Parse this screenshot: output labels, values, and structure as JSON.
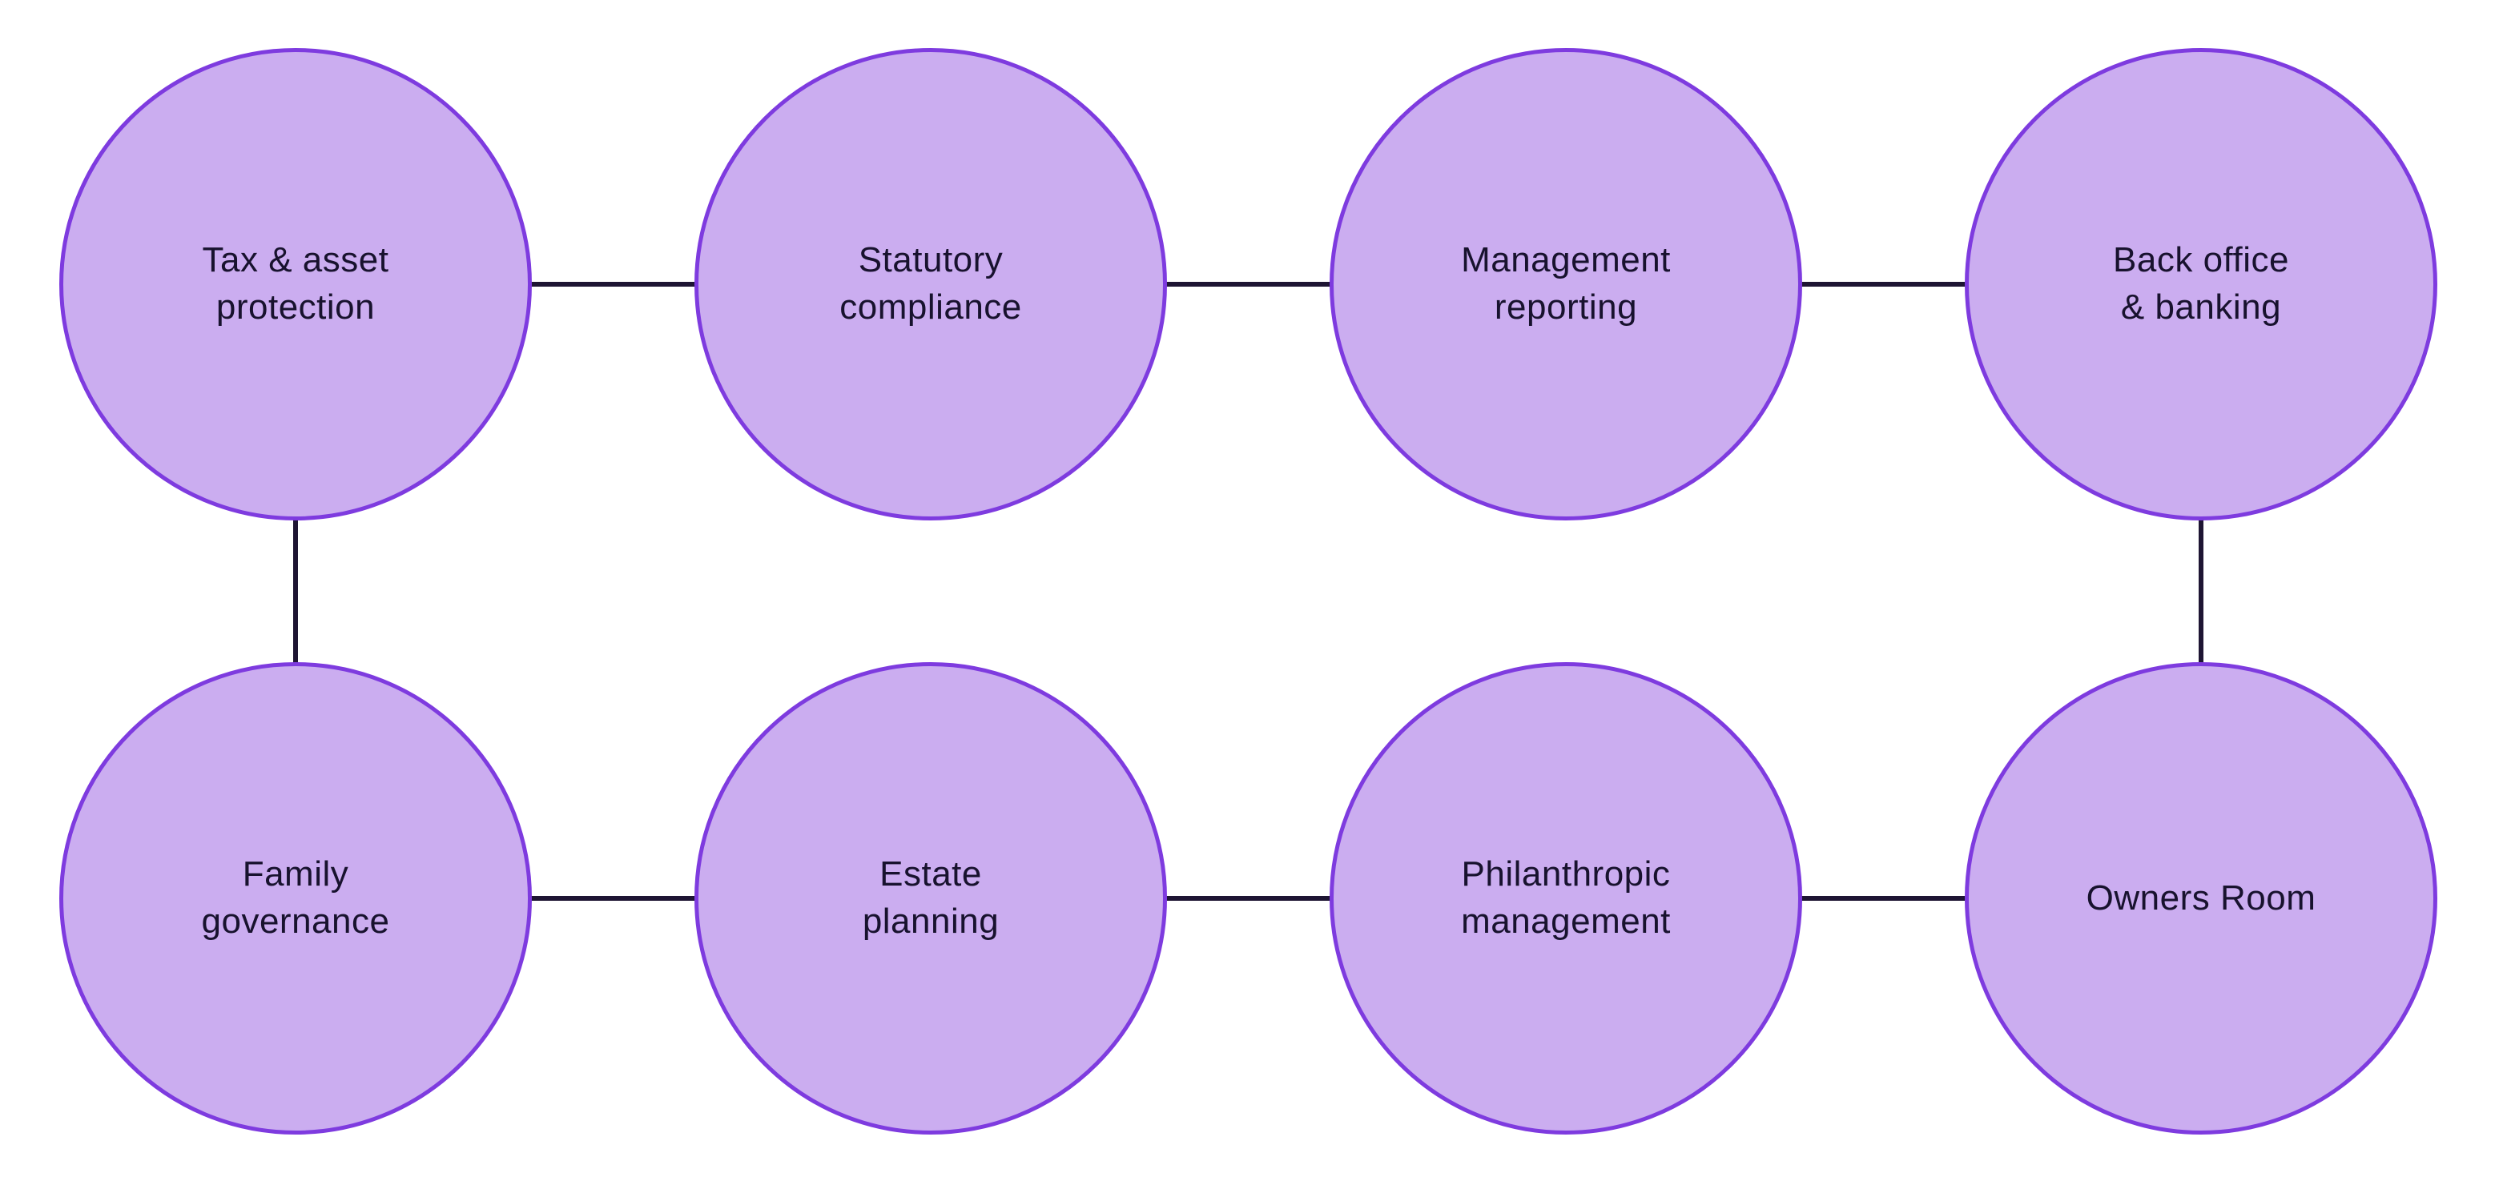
{
  "diagram": {
    "description": "Family office services diagram: eight circular nodes in two rows linked by lines",
    "colors": {
      "background": "#ffffff",
      "node_fill": "#cbadf0",
      "node_border": "#7e3bdf",
      "connector": "#1e1533",
      "text": "#18122e"
    },
    "nodes": [
      {
        "id": "tax-asset-protection",
        "label": "Tax & asset\nprotection",
        "row": 0,
        "col": 0
      },
      {
        "id": "statutory-compliance",
        "label": "Statutory\ncompliance",
        "row": 0,
        "col": 1
      },
      {
        "id": "management-reporting",
        "label": "Management\nreporting",
        "row": 0,
        "col": 2
      },
      {
        "id": "back-office-banking",
        "label": "Back office\n& banking",
        "row": 0,
        "col": 3
      },
      {
        "id": "family-governance",
        "label": "Family\ngovernance",
        "row": 1,
        "col": 0
      },
      {
        "id": "estate-planning",
        "label": "Estate\nplanning",
        "row": 1,
        "col": 1
      },
      {
        "id": "philanthropic-management",
        "label": "Philanthropic\nmanagement",
        "row": 1,
        "col": 2
      },
      {
        "id": "owners-room",
        "label": "Owners Room",
        "row": 1,
        "col": 3
      }
    ],
    "edges": [
      {
        "from": "tax-asset-protection",
        "to": "statutory-compliance"
      },
      {
        "from": "statutory-compliance",
        "to": "management-reporting"
      },
      {
        "from": "management-reporting",
        "to": "back-office-banking"
      },
      {
        "from": "family-governance",
        "to": "estate-planning"
      },
      {
        "from": "estate-planning",
        "to": "philanthropic-management"
      },
      {
        "from": "philanthropic-management",
        "to": "owners-room"
      },
      {
        "from": "tax-asset-protection",
        "to": "family-governance"
      },
      {
        "from": "back-office-banking",
        "to": "owners-room"
      }
    ]
  }
}
